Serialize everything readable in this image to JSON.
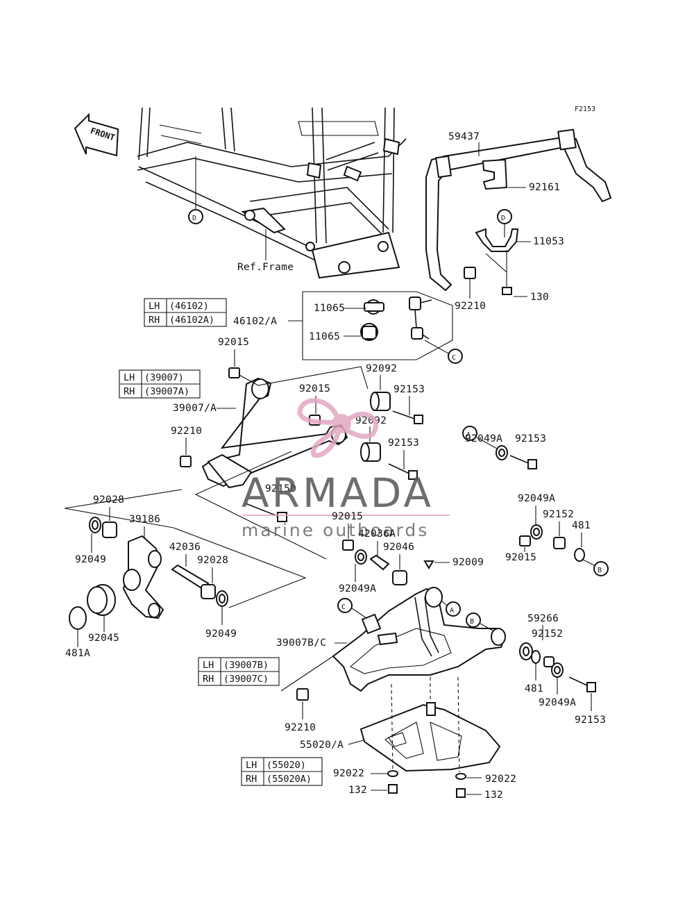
{
  "figure_code": "F2153",
  "front_label": "FRONT",
  "ref_frame": "Ref.Frame",
  "watermark": {
    "brand": "ARMADA",
    "tagline": "marine outboards"
  },
  "callouts": {
    "A": "A",
    "B": "B",
    "C": "C",
    "D": "D"
  },
  "tables": {
    "t46102": {
      "lh_label": "LH",
      "lh_part": "(46102)",
      "rh_label": "RH",
      "rh_part": "(46102A)"
    },
    "t39007": {
      "lh_label": "LH",
      "lh_part": "(39007)",
      "rh_label": "RH",
      "rh_part": "(39007A)"
    },
    "t39007b": {
      "lh_label": "LH",
      "lh_part": "(39007B)",
      "rh_label": "RH",
      "rh_part": "(39007C)"
    },
    "t55020": {
      "lh_label": "LH",
      "lh_part": "(55020)",
      "rh_label": "RH",
      "rh_part": "(55020A)"
    }
  },
  "parts": {
    "p59437": "59437",
    "p92161": "92161",
    "p11053": "11053",
    "p130": "130",
    "p92210a": "92210",
    "p46102": "46102/A",
    "p11065a": "11065",
    "p11065b": "11065",
    "p92015a": "92015",
    "p92092a": "92092",
    "p92153a": "92153",
    "p39007": "39007/A",
    "p92015b": "92015",
    "p92092b": "92092",
    "p92153b": "92153",
    "p92210b": "92210",
    "p92150": "92150",
    "p92049Aa": "92049A",
    "p92153c": "92153",
    "p92049Ab": "92049A",
    "p92152a": "92152",
    "p481a": "481",
    "p92015d": "92015",
    "p92028a": "92028",
    "p39186": "39186",
    "p92049a": "92049",
    "p42036": "42036",
    "p92028b": "92028",
    "p92015c": "92015",
    "p42036A": "42036A",
    "p92046": "92046",
    "p92009": "92009",
    "p92049Ac": "92049A",
    "p92045": "92045",
    "p481A": "481A",
    "p92049b": "92049",
    "p59266": "59266",
    "p92152b": "92152",
    "p39007B": "39007B/C",
    "p481b": "481",
    "p92049Ad": "92049A",
    "p92153d": "92153",
    "p92210c": "92210",
    "p55020": "55020/A",
    "p92022a": "92022",
    "p92022b": "92022",
    "p132a": "132",
    "p132b": "132"
  },
  "colors": {
    "ink": "#111111",
    "watermark_pink": "#e3a6c2",
    "watermark_gray": "#5a5a5a"
  }
}
